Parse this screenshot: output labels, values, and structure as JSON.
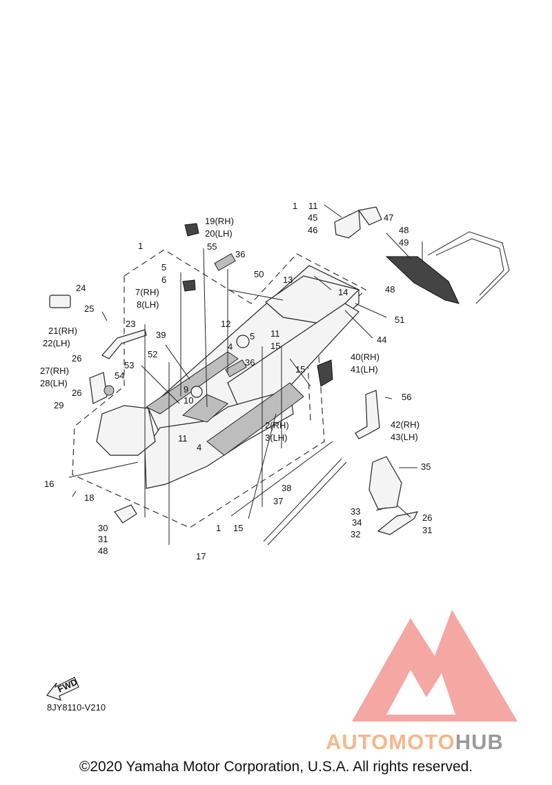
{
  "diagram_code": "8JY8110-V210",
  "copyright": "©2020 Yamaha Motor Corporation, U.S.A. All rights reserved.",
  "fwd_label": "FWD",
  "watermark": {
    "part1": "AUTO",
    "part2": "MOTO",
    "part3": "HUB",
    "color_primary": "#f08a84",
    "color_secondary": "#9a9a9a"
  },
  "callouts": [
    {
      "text": "1"
    },
    {
      "text": "11"
    },
    {
      "text": "45"
    },
    {
      "text": "46"
    },
    {
      "text": "47"
    },
    {
      "text": "48"
    },
    {
      "text": "49"
    },
    {
      "text": "19(RH)"
    },
    {
      "text": "20(LH)"
    },
    {
      "text": "55"
    },
    {
      "text": "36"
    },
    {
      "text": "1"
    },
    {
      "text": "5"
    },
    {
      "text": "6"
    },
    {
      "text": "7(RH)"
    },
    {
      "text": "8(LH)"
    },
    {
      "text": "50"
    },
    {
      "text": "13"
    },
    {
      "text": "14"
    },
    {
      "text": "48"
    },
    {
      "text": "24"
    },
    {
      "text": "25"
    },
    {
      "text": "23"
    },
    {
      "text": "12"
    },
    {
      "text": "51"
    },
    {
      "text": "44"
    },
    {
      "text": "21(RH)"
    },
    {
      "text": "22(LH)"
    },
    {
      "text": "39"
    },
    {
      "text": "5"
    },
    {
      "text": "4"
    },
    {
      "text": "11"
    },
    {
      "text": "15"
    },
    {
      "text": "26"
    },
    {
      "text": "52"
    },
    {
      "text": "36"
    },
    {
      "text": "40(RH)"
    },
    {
      "text": "41(LH)"
    },
    {
      "text": "27(RH)"
    },
    {
      "text": "28(LH)"
    },
    {
      "text": "53"
    },
    {
      "text": "15"
    },
    {
      "text": "54"
    },
    {
      "text": "9"
    },
    {
      "text": "26"
    },
    {
      "text": "29"
    },
    {
      "text": "10"
    },
    {
      "text": "56"
    },
    {
      "text": "11"
    },
    {
      "text": "2(RH)"
    },
    {
      "text": "3(LH)"
    },
    {
      "text": "42(RH)"
    },
    {
      "text": "43(LH)"
    },
    {
      "text": "4"
    },
    {
      "text": "35"
    },
    {
      "text": "16"
    },
    {
      "text": "38"
    },
    {
      "text": "18"
    },
    {
      "text": "37"
    },
    {
      "text": "33"
    },
    {
      "text": "26"
    },
    {
      "text": "34"
    },
    {
      "text": "30"
    },
    {
      "text": "1"
    },
    {
      "text": "15"
    },
    {
      "text": "32"
    },
    {
      "text": "31"
    },
    {
      "text": "31"
    },
    {
      "text": "48"
    },
    {
      "text": "17"
    }
  ]
}
